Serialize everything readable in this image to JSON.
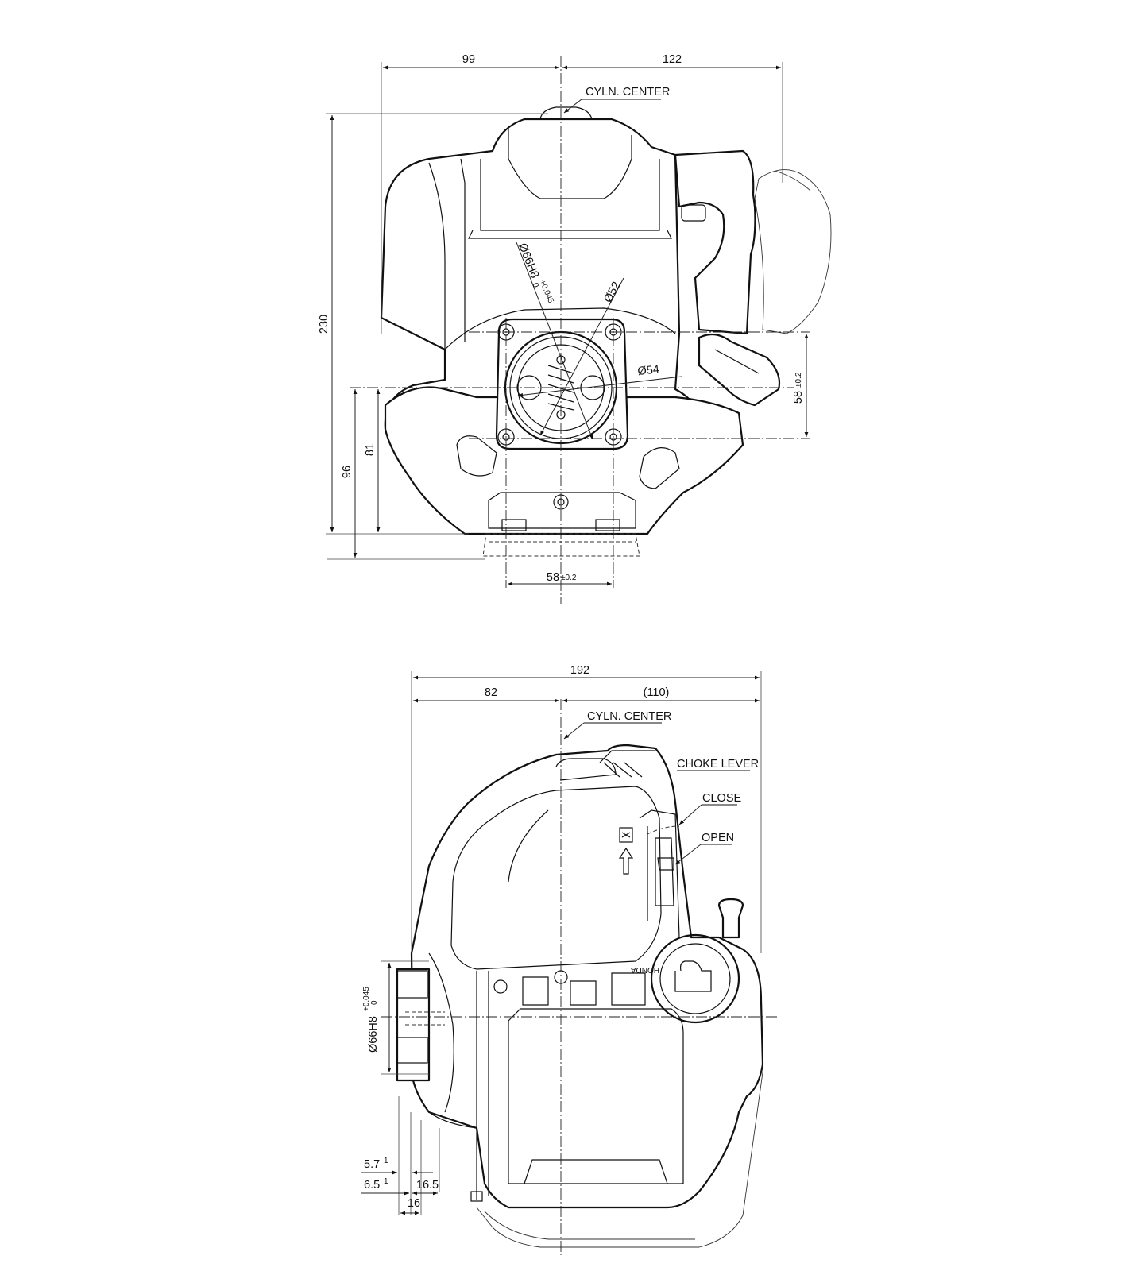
{
  "front_view": {
    "callouts": {
      "cylinder_center": "CYLN. CENTER"
    },
    "dimensions": {
      "left_to_center": "99",
      "center_to_right": "122",
      "overall_height": "230",
      "bore_diameter": "Ø66H8",
      "bore_tol_upper": "+0.045",
      "bore_tol_lower": "0",
      "pcd_inner": "Ø52",
      "pcd_outer": "Ø54",
      "mount_spacing_vertical": "58",
      "mount_spacing_vertical_tol": "±0.2",
      "shaft_height_from_base": "81",
      "shaft_height_from_foot": "96",
      "mount_spacing_horizontal": "58",
      "mount_spacing_horizontal_tol": "±0.2"
    }
  },
  "side_view": {
    "callouts": {
      "cylinder_center": "CYLN. CENTER",
      "choke_lever": "CHOKE LEVER",
      "choke_close": "CLOSE",
      "choke_open": "OPEN",
      "brand_mark": "HONDA"
    },
    "dimensions": {
      "overall_length": "192",
      "front_to_center": "82",
      "center_to_rear": "(110)",
      "bore_diameter": "Ø66H8",
      "bore_tol_upper": "+0.045",
      "bore_tol_lower": "0",
      "flange_offset_a": "5.7",
      "flange_offset_a_tol": "1",
      "flange_offset_b": "6.5",
      "flange_offset_b_tol": "1",
      "flange_depth": "16.5",
      "flange_width": "16"
    }
  },
  "colors": {
    "line": "#111111",
    "background": "#ffffff"
  }
}
